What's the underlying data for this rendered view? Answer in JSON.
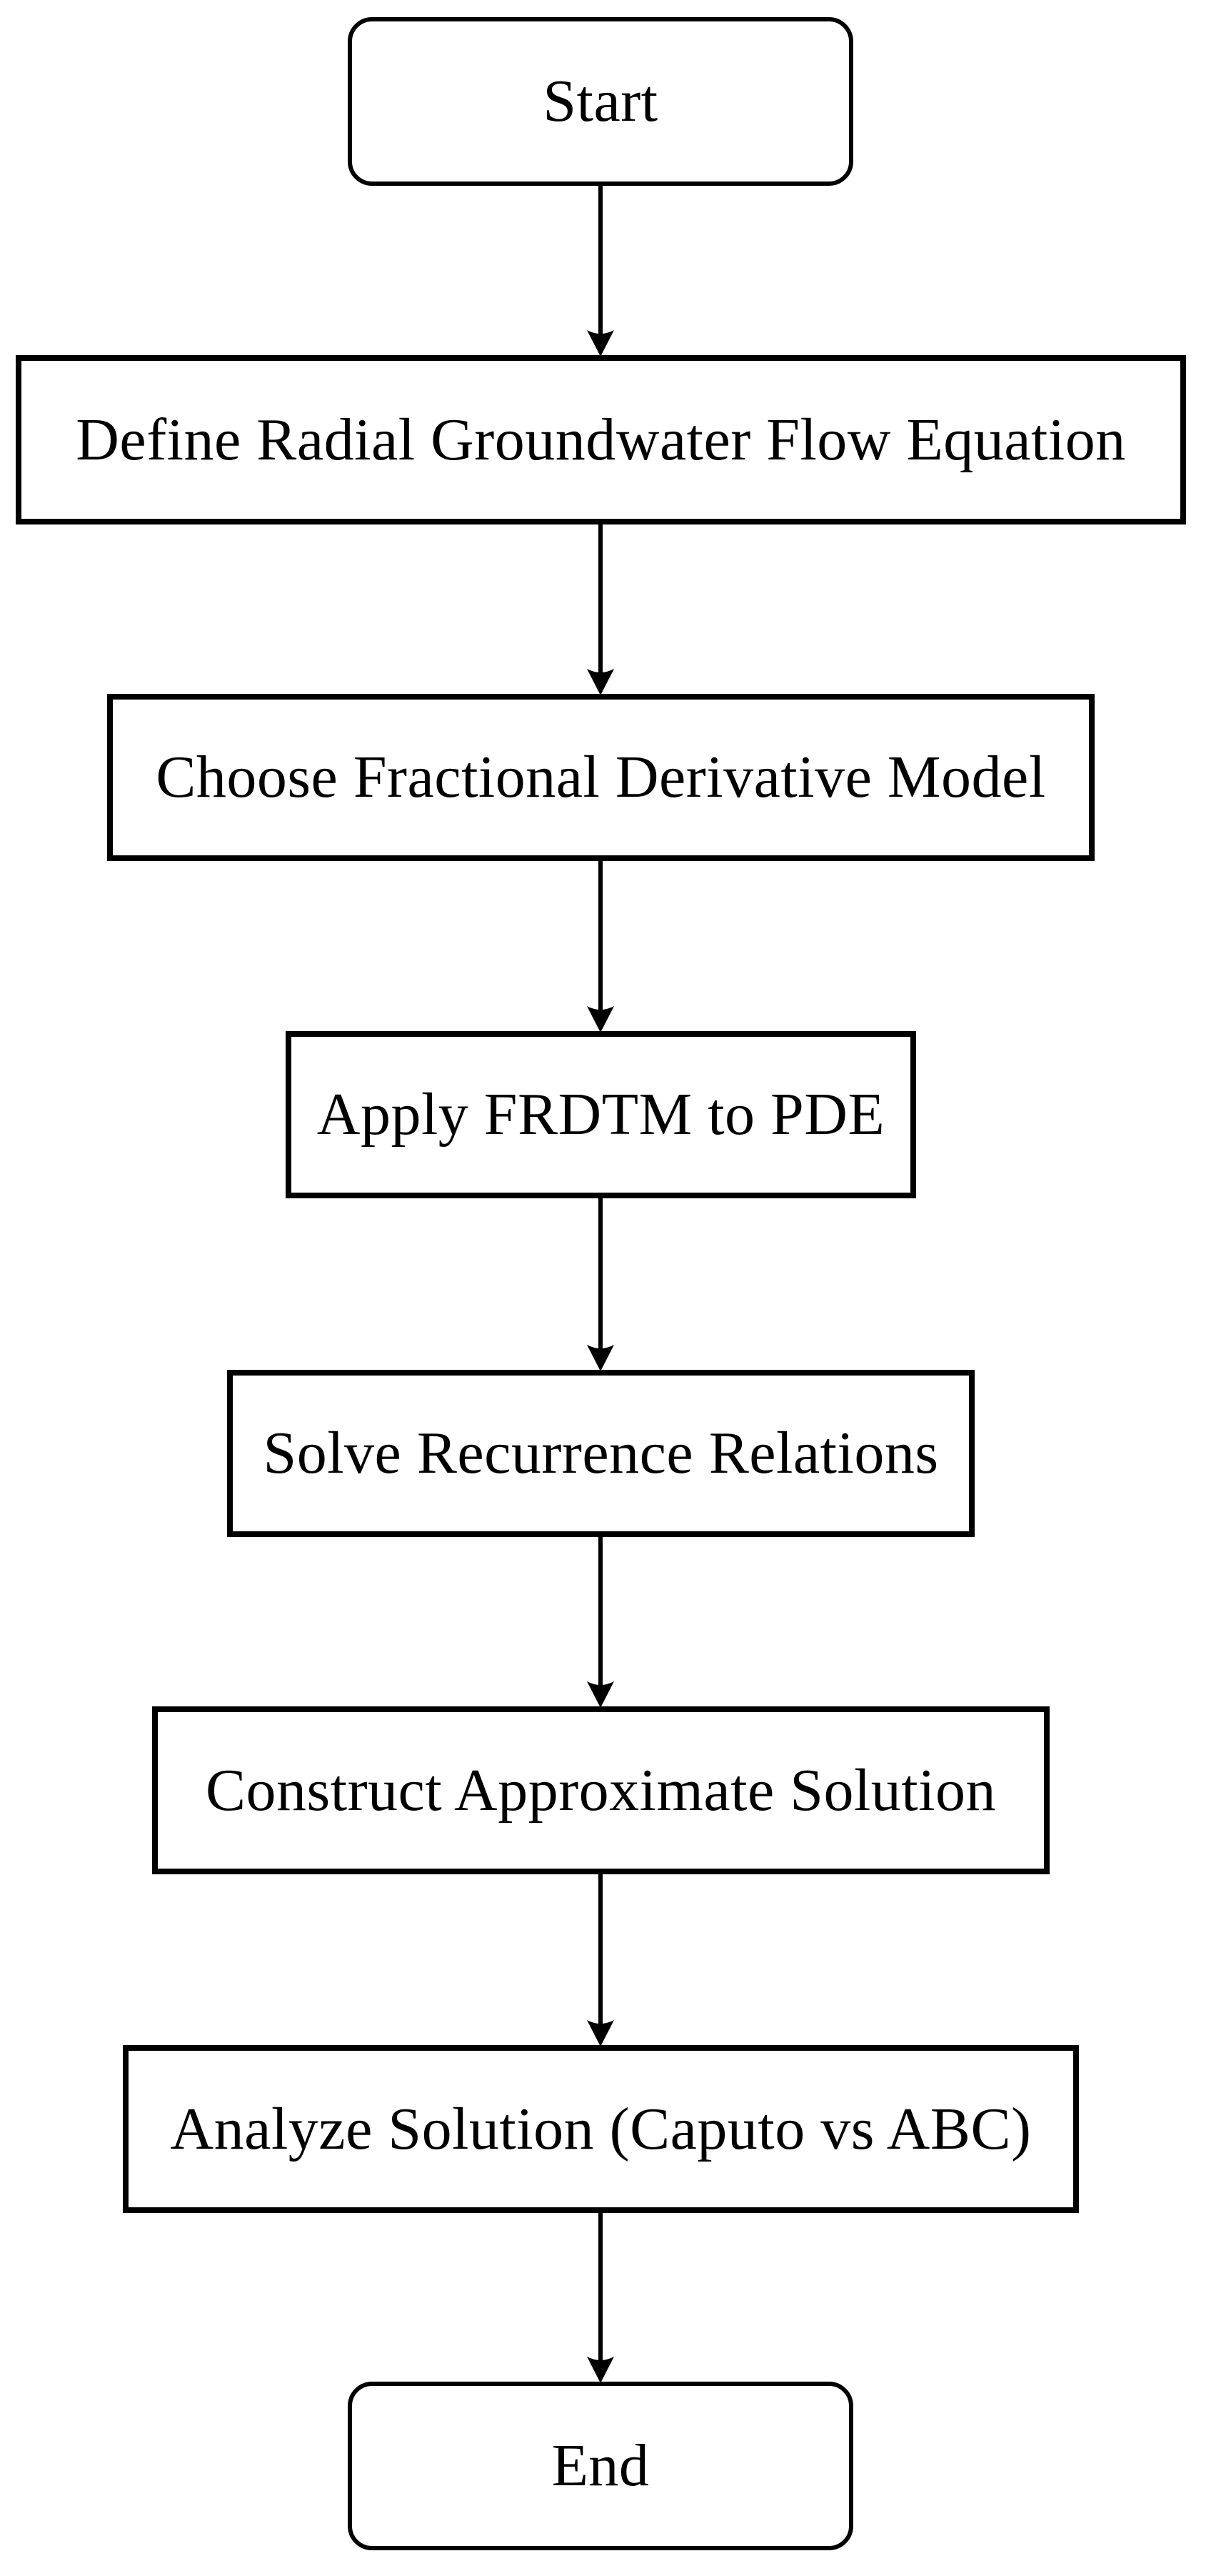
{
  "diagram": {
    "type": "flowchart",
    "background_color": "#ffffff",
    "stroke_color": "#000000",
    "text_color": "#000000",
    "nodes": [
      {
        "id": "start",
        "shape": "rounded",
        "label": "Start"
      },
      {
        "id": "define-equation",
        "shape": "rect",
        "label": "Define Radial Groundwater Flow Equation"
      },
      {
        "id": "choose-model",
        "shape": "rect",
        "label": "Choose Fractional Derivative Model"
      },
      {
        "id": "apply-frdtm",
        "shape": "rect",
        "label": "Apply FRDTM to PDE"
      },
      {
        "id": "solve-recurrence",
        "shape": "rect",
        "label": "Solve Recurrence Relations"
      },
      {
        "id": "construct-solution",
        "shape": "rect",
        "label": "Construct Approximate Solution"
      },
      {
        "id": "analyze-solution",
        "shape": "rect",
        "label": "Analyze Solution (Caputo vs ABC)"
      },
      {
        "id": "end",
        "shape": "rounded",
        "label": "End"
      }
    ],
    "edges": [
      {
        "from": "start",
        "to": "define-equation"
      },
      {
        "from": "define-equation",
        "to": "choose-model"
      },
      {
        "from": "choose-model",
        "to": "apply-frdtm"
      },
      {
        "from": "apply-frdtm",
        "to": "solve-recurrence"
      },
      {
        "from": "solve-recurrence",
        "to": "construct-solution"
      },
      {
        "from": "construct-solution",
        "to": "analyze-solution"
      },
      {
        "from": "analyze-solution",
        "to": "end"
      }
    ]
  }
}
